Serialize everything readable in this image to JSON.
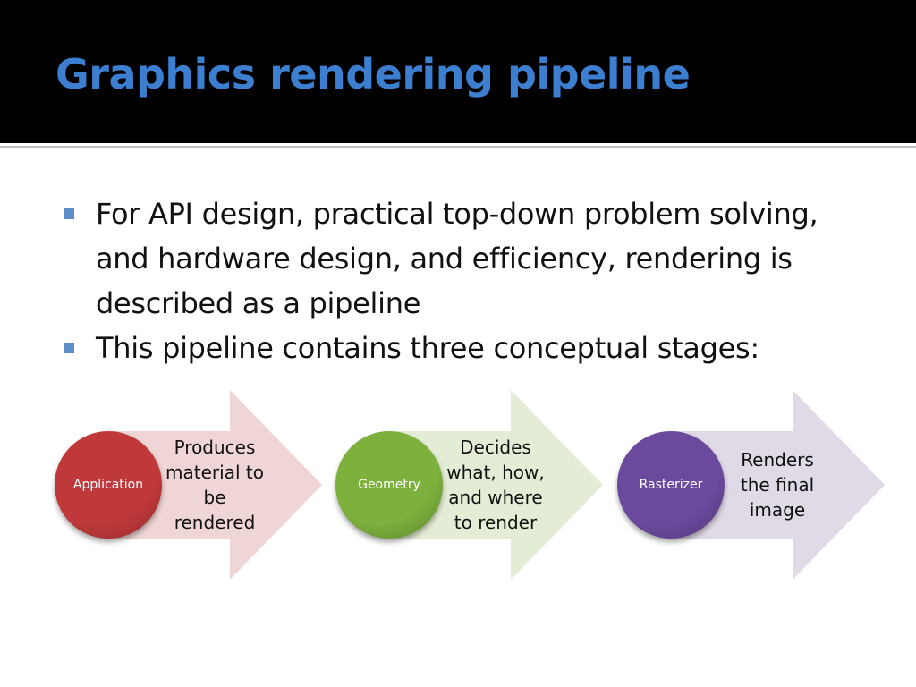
{
  "slide": {
    "title": "Graphics rendering pipeline",
    "bullets": [
      "For API design, practical top-down problem solving, and hardware design, and efficiency, rendering is described as a pipeline",
      "This pipeline contains three conceptual stages:"
    ]
  },
  "stages": [
    {
      "name": "Application",
      "description": "Produces material to be rendered",
      "circle_color": "#c0393a",
      "arrow_color": "#efd5d5"
    },
    {
      "name": "Geometry",
      "description": "Decides what, how, and where to render",
      "circle_color": "#7db03d",
      "arrow_color": "#e3ecd5"
    },
    {
      "name": "Rasterizer",
      "description": "Renders the final image",
      "circle_color": "#6b4a9e",
      "arrow_color": "#e0dae6"
    }
  ],
  "colors": {
    "title": "#3c7fd0",
    "title_bar": "#000000",
    "bullet_marker": "#5b8fc7"
  }
}
